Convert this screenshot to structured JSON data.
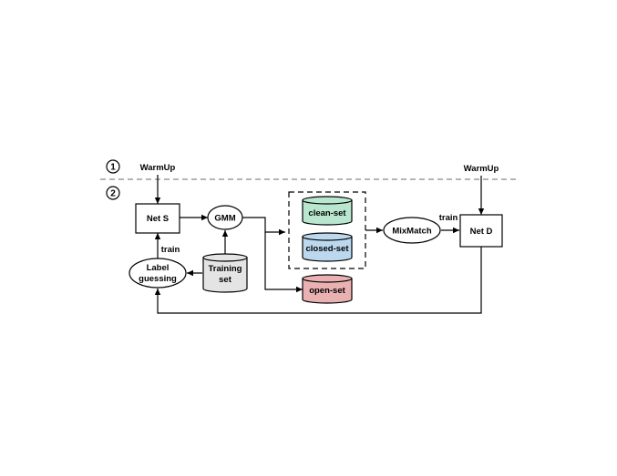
{
  "stages": {
    "stage1": "1",
    "stage2": "2"
  },
  "labels": {
    "warmup_left": "WarmUp",
    "warmup_right": "WarmUp",
    "net_s": "Net S",
    "gmm": "GMM",
    "clean_set": "clean-set",
    "closed_set": "closed-set",
    "open_set": "open-set",
    "mixmatch": "MixMatch",
    "net_d": "Net D",
    "train_left": "train",
    "train_right": "train",
    "label_guessing_line1": "Label",
    "label_guessing_line2": "guessing",
    "training_set_line1": "Training",
    "training_set_line2": "set"
  },
  "colors": {
    "clean_set": "#b9e6cf",
    "closed_set": "#bcd8ee",
    "open_set": "#eab1b2",
    "training_set": "#e4e4e4",
    "stroke": "#000000",
    "separator": "#888888"
  }
}
